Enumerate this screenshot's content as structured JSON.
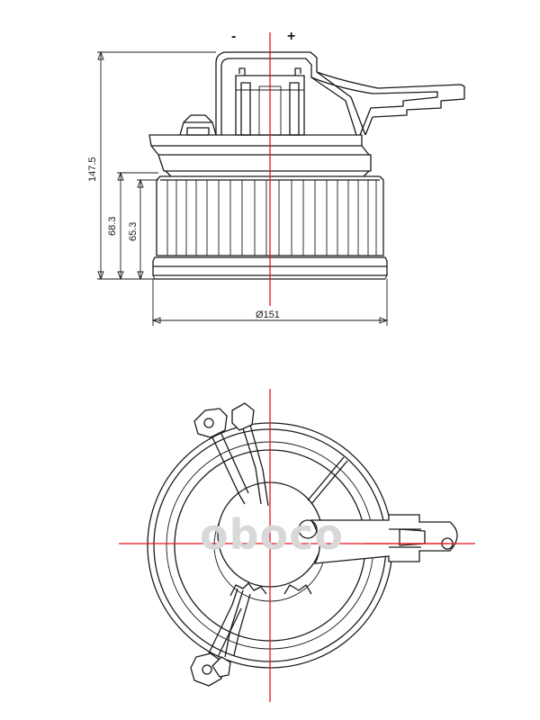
{
  "terminals": {
    "minus": "-",
    "plus": "+"
  },
  "dimensions": {
    "overall_height": "147.5",
    "housing_height": "68.3",
    "fan_height": "65.3",
    "diameter": "Ø151"
  },
  "watermark": "oboco",
  "colors": {
    "centerline": "#e8141b",
    "line": "#1a1a1a"
  }
}
